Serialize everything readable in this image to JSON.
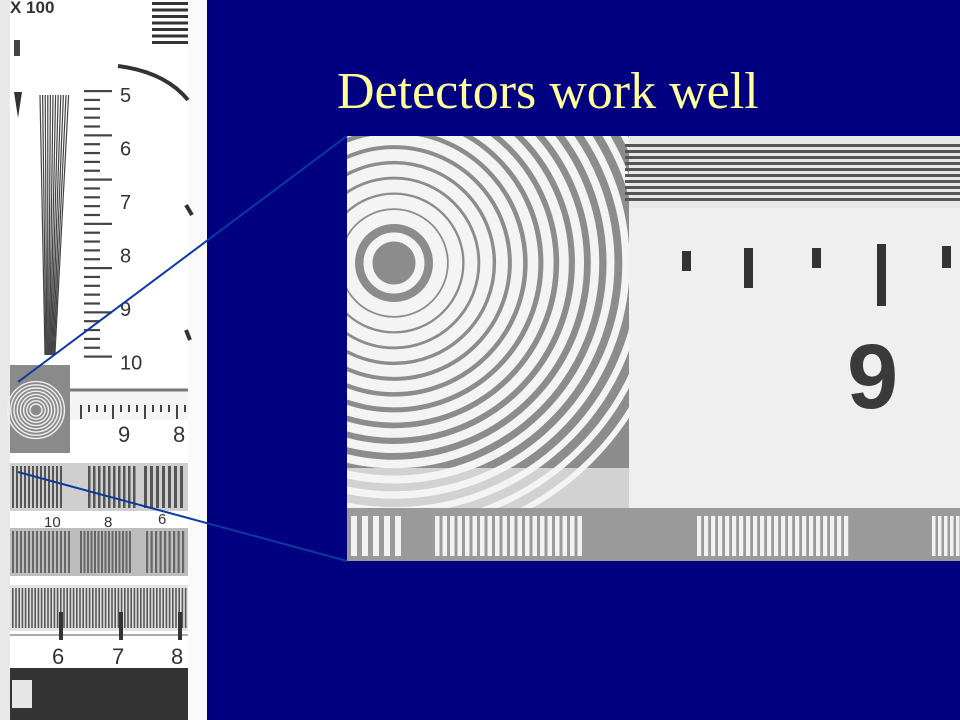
{
  "slide": {
    "title": "Detectors work well",
    "colors": {
      "background": "#000080",
      "title": "#ffff99",
      "callout_line": "#0a3a9e"
    }
  },
  "strip": {
    "header_label": "X 100",
    "scale_numbers": [
      "5",
      "6",
      "7",
      "8",
      "9",
      "10"
    ],
    "lower_scale_numbers": [
      "9",
      "8"
    ],
    "bar_group_numbers": [
      "10",
      "8",
      "6"
    ],
    "bottom_scale_numbers": [
      "6",
      "7",
      "8"
    ]
  },
  "zoom": {
    "scale_number": "9"
  }
}
